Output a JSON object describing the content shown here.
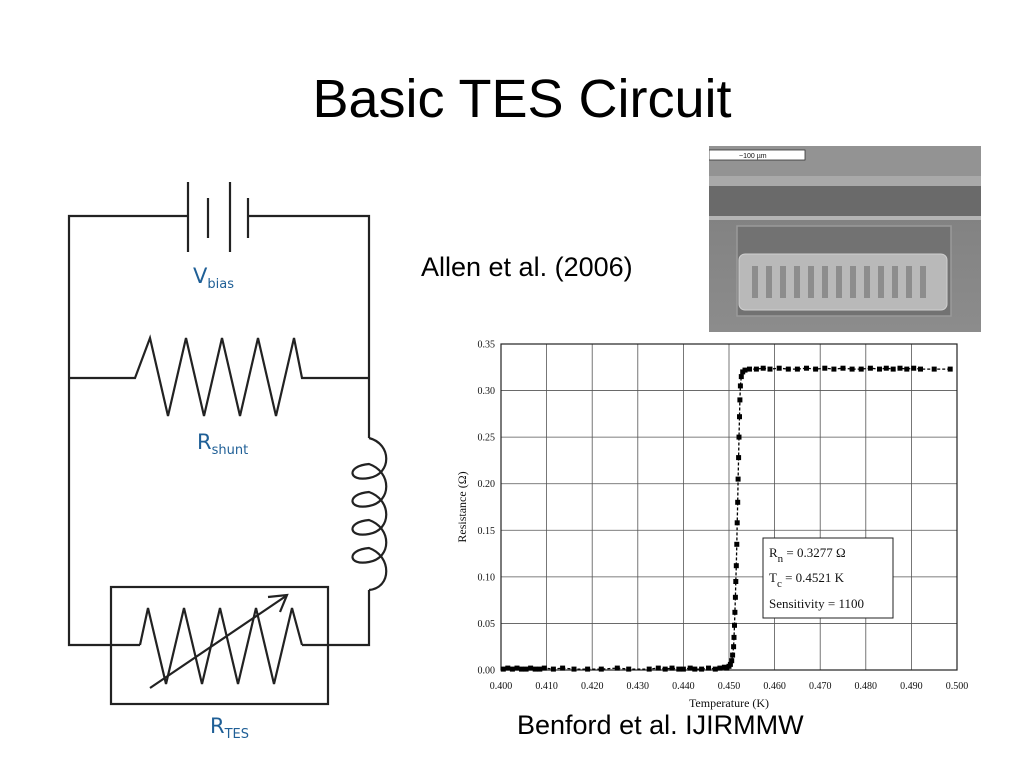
{
  "slide": {
    "title": "Basic TES Circuit",
    "allen_caption": "Allen et al. (2006)",
    "benford_caption": "Benford et al. IJIRMMW"
  },
  "circuit": {
    "vbias": {
      "main": "V",
      "sub": "bias"
    },
    "rshunt": {
      "main": "R",
      "sub": "shunt"
    },
    "rtes": {
      "main": "R",
      "sub": "TES"
    },
    "label_color": "#1f5f96"
  },
  "sem_image": {
    "scale_bar_label": "~100 µm"
  },
  "chart_data": {
    "type": "scatter",
    "xlabel": "Temperature (K)",
    "ylabel": "Resistance (Ω)",
    "xlim": [
      0.4,
      0.5
    ],
    "ylim": [
      0.0,
      0.35
    ],
    "x_ticks": [
      "0.400",
      "0.410",
      "0.420",
      "0.430",
      "0.440",
      "0.450",
      "0.460",
      "0.470",
      "0.480",
      "0.490",
      "0.500"
    ],
    "y_ticks": [
      "0.00",
      "0.05",
      "0.10",
      "0.15",
      "0.20",
      "0.25",
      "0.30",
      "0.35"
    ],
    "grid": true,
    "legend_box": {
      "placement": "center-right",
      "lines": [
        {
          "main": "R",
          "sub": "n",
          "rest": " = 0.3277 Ω"
        },
        {
          "main": "T",
          "sub": "c",
          "rest": " = 0.4521 K"
        },
        {
          "main": "Sensitivity = 1100",
          "sub": "",
          "rest": ""
        }
      ]
    },
    "series": [
      {
        "marker": "square",
        "color": "#000000",
        "points": [
          [
            0.4005,
            0.001
          ],
          [
            0.4015,
            0.002
          ],
          [
            0.4025,
            0.001
          ],
          [
            0.4035,
            0.002
          ],
          [
            0.4045,
            0.001
          ],
          [
            0.4055,
            0.001
          ],
          [
            0.4065,
            0.002
          ],
          [
            0.4075,
            0.001
          ],
          [
            0.4085,
            0.001
          ],
          [
            0.4095,
            0.002
          ],
          [
            0.4115,
            0.001
          ],
          [
            0.4135,
            0.002
          ],
          [
            0.416,
            0.001
          ],
          [
            0.419,
            0.001
          ],
          [
            0.422,
            0.001
          ],
          [
            0.4255,
            0.002
          ],
          [
            0.428,
            0.001
          ],
          [
            0.4325,
            0.001
          ],
          [
            0.4345,
            0.002
          ],
          [
            0.436,
            0.001
          ],
          [
            0.4375,
            0.002
          ],
          [
            0.439,
            0.001
          ],
          [
            0.44,
            0.001
          ],
          [
            0.4415,
            0.002
          ],
          [
            0.4425,
            0.001
          ],
          [
            0.444,
            0.001
          ],
          [
            0.4455,
            0.002
          ],
          [
            0.447,
            0.001
          ],
          [
            0.448,
            0.002
          ],
          [
            0.449,
            0.003
          ],
          [
            0.4495,
            0.002
          ],
          [
            0.45,
            0.004
          ],
          [
            0.4503,
            0.006
          ],
          [
            0.4506,
            0.01
          ],
          [
            0.4508,
            0.016
          ],
          [
            0.451,
            0.025
          ],
          [
            0.4511,
            0.035
          ],
          [
            0.4512,
            0.048
          ],
          [
            0.4513,
            0.062
          ],
          [
            0.4514,
            0.078
          ],
          [
            0.4515,
            0.095
          ],
          [
            0.4516,
            0.112
          ],
          [
            0.4517,
            0.135
          ],
          [
            0.4518,
            0.158
          ],
          [
            0.4519,
            0.18
          ],
          [
            0.452,
            0.205
          ],
          [
            0.4521,
            0.228
          ],
          [
            0.4522,
            0.25
          ],
          [
            0.4523,
            0.272
          ],
          [
            0.4524,
            0.29
          ],
          [
            0.4525,
            0.305
          ],
          [
            0.4527,
            0.315
          ],
          [
            0.453,
            0.32
          ],
          [
            0.4535,
            0.322
          ],
          [
            0.4545,
            0.323
          ],
          [
            0.456,
            0.323
          ],
          [
            0.4575,
            0.324
          ],
          [
            0.459,
            0.323
          ],
          [
            0.461,
            0.324
          ],
          [
            0.463,
            0.323
          ],
          [
            0.465,
            0.323
          ],
          [
            0.467,
            0.324
          ],
          [
            0.469,
            0.323
          ],
          [
            0.471,
            0.324
          ],
          [
            0.473,
            0.323
          ],
          [
            0.475,
            0.324
          ],
          [
            0.477,
            0.323
          ],
          [
            0.479,
            0.323
          ],
          [
            0.481,
            0.324
          ],
          [
            0.483,
            0.323
          ],
          [
            0.4845,
            0.324
          ],
          [
            0.486,
            0.323
          ],
          [
            0.4875,
            0.324
          ],
          [
            0.489,
            0.323
          ],
          [
            0.4905,
            0.324
          ],
          [
            0.492,
            0.323
          ],
          [
            0.495,
            0.323
          ],
          [
            0.4985,
            0.323
          ]
        ]
      }
    ]
  }
}
